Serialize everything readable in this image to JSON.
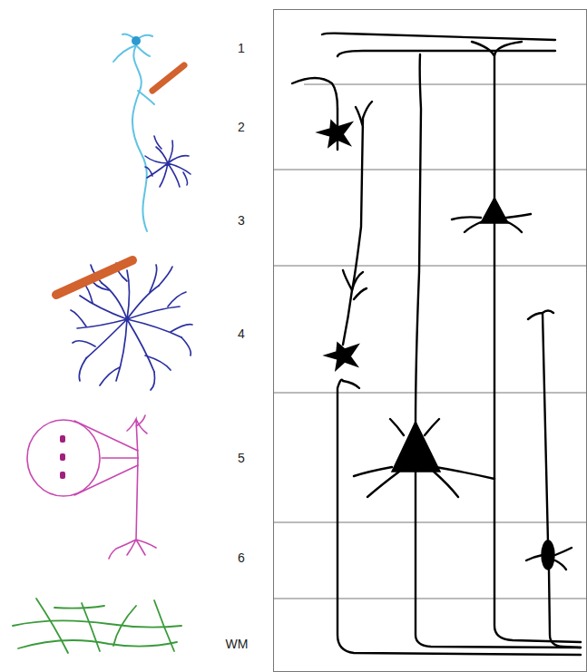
{
  "diagram": {
    "labels": [
      "1",
      "2",
      "3",
      "4",
      "5",
      "6",
      "WM"
    ]
  }
}
